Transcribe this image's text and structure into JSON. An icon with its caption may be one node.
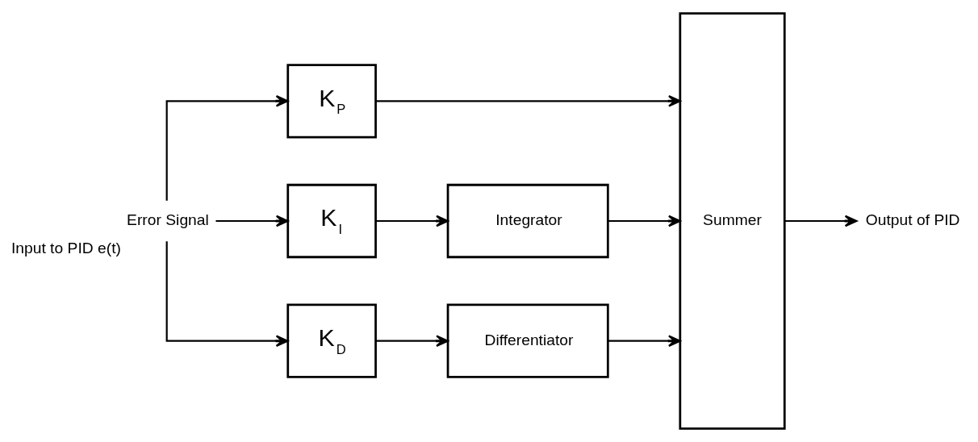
{
  "diagram": {
    "nodes": [
      {
        "text": [
          "Error Signal"
        ],
        "beside": [
          "Input to PID e(t)"
        ]
      },
      {
        "text": [
          "K$_{P}$"
        ]
      },
      {
        "text": [
          "K$_{I}$"
        ]
      },
      {
        "text": [
          "K$_{D}$"
        ]
      },
      {
        "text": [
          "Integrator"
        ]
      },
      {
        "text": [
          "Differentiator"
        ]
      },
      {
        "text": [
          "Summer"
        ]
      },
      {
        "text": [
          "Output of PID"
        ]
      }
    ],
    "edges": [
      {
        "from": 0,
        "to": 1,
        "arrow": "to"
      },
      {
        "from": 0,
        "to": 2,
        "arrow": "to"
      },
      {
        "from": 0,
        "to": 3,
        "arrow": "to"
      },
      {
        "from": 1,
        "to": 6,
        "arrow": "to"
      },
      {
        "from": 2,
        "to": 4,
        "arrow": "to"
      },
      {
        "from": 4,
        "to": 6,
        "arrow": "to"
      },
      {
        "from": 3,
        "to": 5,
        "arrow": "to"
      },
      {
        "from": 5,
        "to": 6,
        "arrow": "to"
      },
      {
        "from": 6,
        "to": 7,
        "arrow": "to"
      }
    ]
  }
}
